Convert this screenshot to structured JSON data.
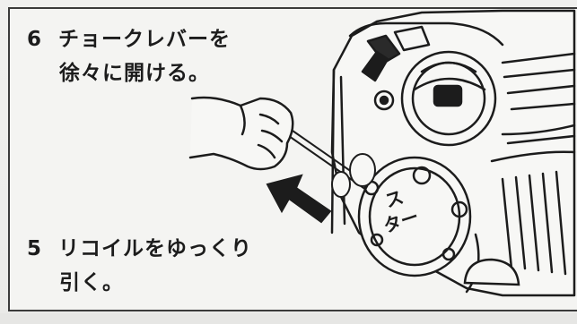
{
  "steps": [
    {
      "number": "6",
      "line1": "チョークレバーを",
      "line2": "徐々に開ける。"
    },
    {
      "number": "5",
      "line1": "リコイルをゆっくり",
      "line2": "引く。"
    }
  ],
  "illustration": {
    "starter_label_line1": "ス",
    "starter_label_line2": "ター"
  },
  "colors": {
    "ink": "#1c1c1c",
    "paper": "#f4f4f2"
  }
}
